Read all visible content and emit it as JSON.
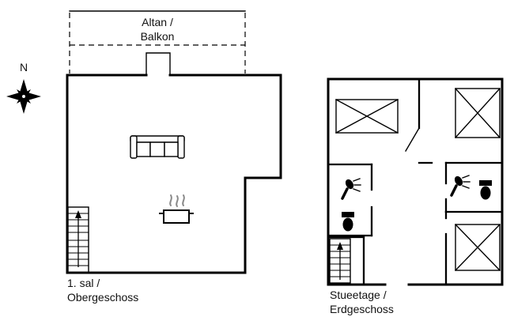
{
  "canvas": {
    "background": "#ffffff",
    "ink": "#000000",
    "steam_color": "#8a8a8a"
  },
  "compass": {
    "label": "N"
  },
  "upper_floor": {
    "balcony_label": [
      "Altan /",
      "Balkon"
    ],
    "caption": [
      "1. sal /",
      "Obergeschoss"
    ],
    "icons": [
      "sofa-icon",
      "cooking-pot-icon",
      "stairs-icon"
    ]
  },
  "ground_floor": {
    "caption": [
      "Stueetage /",
      "Erdgeschoss"
    ],
    "icons": [
      "bed-icon",
      "shower-icon",
      "toilet-icon",
      "stairs-icon"
    ]
  }
}
